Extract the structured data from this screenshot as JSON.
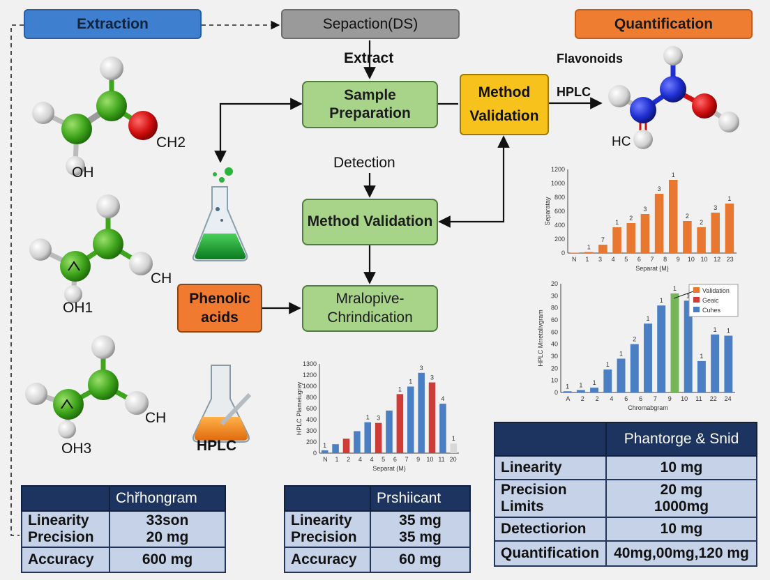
{
  "headers": {
    "extraction": "Extraction",
    "separation": "Sepaction(DS)",
    "quantification": "Quantification"
  },
  "flow": {
    "extract_label": "Extract",
    "sample_prep": "Sample Preparation",
    "detection_label": "Detection",
    "method_validation_center": "Method Validation",
    "bottom_box": "Mralopive-Chrindication",
    "method_validation_right": "Method Validation",
    "hplc_arrow_label": "HPLC",
    "flavonoids_label": "Flavonoids",
    "phenolic_acids": "Phenolic acids",
    "hplc_flask_label": "HPLC"
  },
  "chem_labels": {
    "m1_right": "CH2",
    "m1_bottom": "OH",
    "m2_right": "CH",
    "m2_bottom": "OH1",
    "m3_right": "CH",
    "m3_bottom": "OH3",
    "m4_left": "HC"
  },
  "colors": {
    "orange_bar": "#e8772f",
    "blue_bar": "#4a7fc4",
    "red_bar": "#cf3b36",
    "green_bar": "#76b55a",
    "gray_bar": "#d8d8d8"
  },
  "chart_data": [
    {
      "type": "bar",
      "ylabel": "Separatay",
      "xlabel": "Separat (M)",
      "ylim": [
        0,
        1200
      ],
      "yticks": [
        0,
        200,
        400,
        600,
        800,
        1000,
        1200
      ],
      "categories": [
        "N",
        "1",
        "3",
        "4",
        "5",
        "6",
        "7",
        "8",
        "9",
        "10",
        "10",
        "12",
        "23"
      ],
      "values": [
        5,
        15,
        120,
        370,
        430,
        560,
        850,
        1050,
        460,
        370,
        580,
        710
      ],
      "data_labels": [
        "",
        "1",
        "7",
        "1",
        "2",
        "3",
        "3",
        "1",
        "2",
        "2",
        "3",
        "1"
      ],
      "color": "orange"
    },
    {
      "type": "bar",
      "ylabel": "HPLC Mrretalivgram",
      "xlabel": "Chromabgram",
      "ylim": [
        0,
        90
      ],
      "ytick_labels": [
        "0",
        "10",
        "20",
        "30",
        "40",
        "60",
        "60",
        "80",
        "30",
        "20"
      ],
      "categories": [
        "A",
        "2",
        "2",
        "4",
        "6",
        "6",
        "7",
        "9",
        "10",
        "11",
        "22",
        "24"
      ],
      "values": [
        1,
        2,
        4,
        19,
        28,
        40,
        57,
        72,
        82,
        76,
        26,
        48,
        47
      ],
      "data_labels": [
        "1",
        "1",
        "1",
        "1",
        "1",
        "2",
        "1",
        "1",
        "1",
        "1",
        "1",
        "1",
        "1"
      ],
      "bar_colors": [
        "blue",
        "blue",
        "blue",
        "blue",
        "blue",
        "blue",
        "blue",
        "blue",
        "green",
        "blue",
        "blue",
        "blue",
        "blue"
      ],
      "legend": [
        "Validation",
        "Geaic",
        "Cuhes"
      ],
      "legend_colors": [
        "orange",
        "red",
        "blue"
      ],
      "legend_position": "top-right"
    },
    {
      "type": "bar",
      "ylabel": "HPLC Plameiugray",
      "xlabel": "Separat (M)",
      "ylim": [
        0,
        1300
      ],
      "ytick_labels": [
        "0",
        "200",
        "300",
        "400",
        "600",
        "800",
        "1000",
        "1200",
        "1300"
      ],
      "categories": [
        "N",
        "1",
        "2",
        "4",
        "4",
        "5",
        "6",
        "7",
        "9",
        "10",
        "11",
        "20"
      ],
      "values": [
        40,
        130,
        210,
        320,
        450,
        440,
        620,
        860,
        970,
        1170,
        1030,
        720,
        140
      ],
      "data_labels": [
        "1",
        "",
        "",
        "",
        "1",
        "3",
        "",
        "1",
        "1",
        "3",
        "3",
        "4",
        "1"
      ],
      "bar_colors": [
        "blue",
        "blue",
        "red",
        "blue",
        "blue",
        "red",
        "blue",
        "red",
        "blue",
        "blue",
        "red",
        "blue",
        "gray"
      ]
    }
  ],
  "tables": {
    "left": {
      "header": "Chřhongram",
      "rows": [
        {
          "label": "Linearity\nPrecision",
          "value": "33son\n20 mg"
        },
        {
          "label": "Accuracy",
          "value": "600 mg"
        }
      ]
    },
    "middle": {
      "header": "Prshiicant",
      "rows": [
        {
          "label": "Linearity\nPrecision",
          "value": "35 mg\n35 mg"
        },
        {
          "label": "Accuracy",
          "value": "60 mg"
        }
      ]
    },
    "right": {
      "header": "Phantorge & Snid",
      "rows": [
        {
          "label": "Linearity",
          "value": "10 mg"
        },
        {
          "label": "Precision\nLimits",
          "value": "20 mg\n1000mg"
        },
        {
          "label": "Detectiorion",
          "value": "10 mg"
        },
        {
          "label": "Quantification",
          "value": "40mg,00mg,120 mg"
        }
      ]
    }
  }
}
